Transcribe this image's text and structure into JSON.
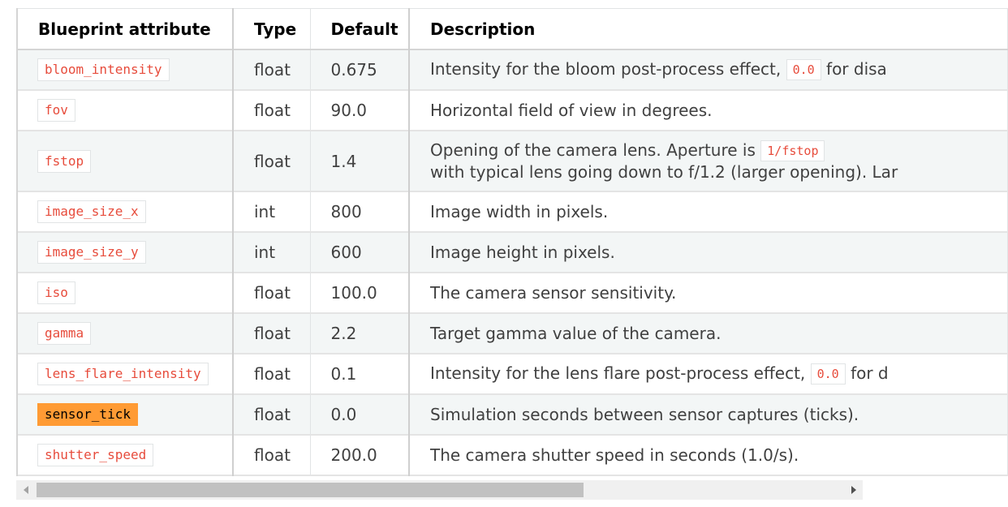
{
  "table": {
    "headers": [
      "Blueprint attribute",
      "Type",
      "Default",
      "Description"
    ],
    "rows": [
      {
        "attribute": "bloom_intensity",
        "type": "float",
        "default": "0.675",
        "description_before": "Intensity for the bloom post-process effect, ",
        "description_code": "0.0",
        "description_after": " for disa"
      },
      {
        "attribute": "fov",
        "type": "float",
        "default": "90.0",
        "description": "Horizontal field of view in degrees."
      },
      {
        "attribute": "fstop",
        "type": "float",
        "default": "1.4",
        "description_line1_before": "Opening of the camera lens. Aperture is ",
        "description_line1_code": "1/fstop",
        "description_line2": "with typical lens going down to f/1.2 (larger opening). Lar"
      },
      {
        "attribute": "image_size_x",
        "type": "int",
        "default": "800",
        "description": "Image width in pixels."
      },
      {
        "attribute": "image_size_y",
        "type": "int",
        "default": "600",
        "description": "Image height in pixels."
      },
      {
        "attribute": "iso",
        "type": "float",
        "default": "100.0",
        "description": "The camera sensor sensitivity."
      },
      {
        "attribute": "gamma",
        "type": "float",
        "default": "2.2",
        "description": "Target gamma value of the camera."
      },
      {
        "attribute": "lens_flare_intensity",
        "type": "float",
        "default": "0.1",
        "description_before": "Intensity for the lens flare post-process effect, ",
        "description_code": "0.0",
        "description_after": " for d"
      },
      {
        "attribute": "sensor_tick",
        "type": "float",
        "default": "0.0",
        "description": "Simulation seconds between sensor captures (ticks)."
      },
      {
        "attribute": "shutter_speed",
        "type": "float",
        "default": "200.0",
        "description": "The camera shutter speed in seconds (1.0/s)."
      }
    ]
  },
  "highlight_color": "#ff9b34",
  "code_color": "#e74c3c",
  "scrollbar": {
    "left_arrow_icon": "chevron-left-icon",
    "right_arrow_icon": "chevron-right-icon"
  }
}
